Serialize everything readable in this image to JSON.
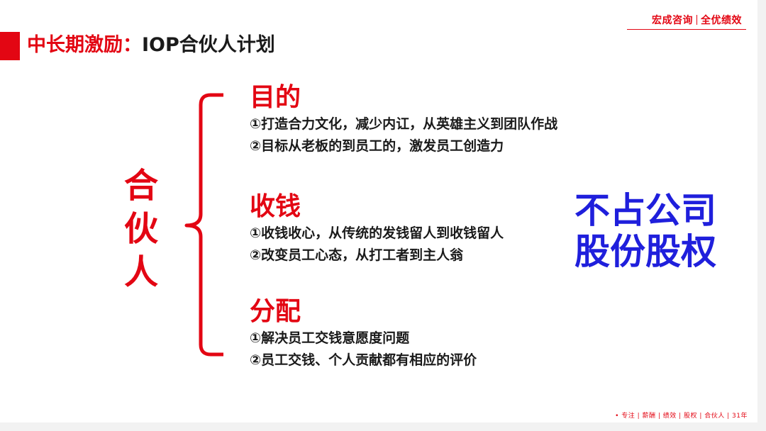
{
  "brand": {
    "left": "宏成咨询",
    "right": "全优绩效"
  },
  "title": {
    "red_part": "中长期激励：",
    "black_part": "IOP合伙人计划"
  },
  "bracket_label": [
    "合",
    "伙",
    "人"
  ],
  "sections": [
    {
      "title": "目的",
      "items": [
        "①打造合力文化，减少内讧，从英雄主义到团队作战",
        "②目标从老板的到员工的，激发员工创造力"
      ]
    },
    {
      "title": "收钱",
      "items": [
        "①收钱收心，从传统的发钱留人到收钱留人",
        "②改变员工心态，从打工者到主人翁"
      ]
    },
    {
      "title": "分配",
      "items": [
        "①解决员工交钱意愿度问题",
        "②员工交钱、个人贡献都有相应的评价"
      ]
    }
  ],
  "side_note": [
    "不占公司",
    "股份股权"
  ],
  "footer": "• 专注 | 薪酬 | 绩效 | 股权 | 合伙人 | 31年",
  "colors": {
    "accent": "#e30613",
    "side_note": "#1f1fdc",
    "text": "#1a1a1a"
  }
}
